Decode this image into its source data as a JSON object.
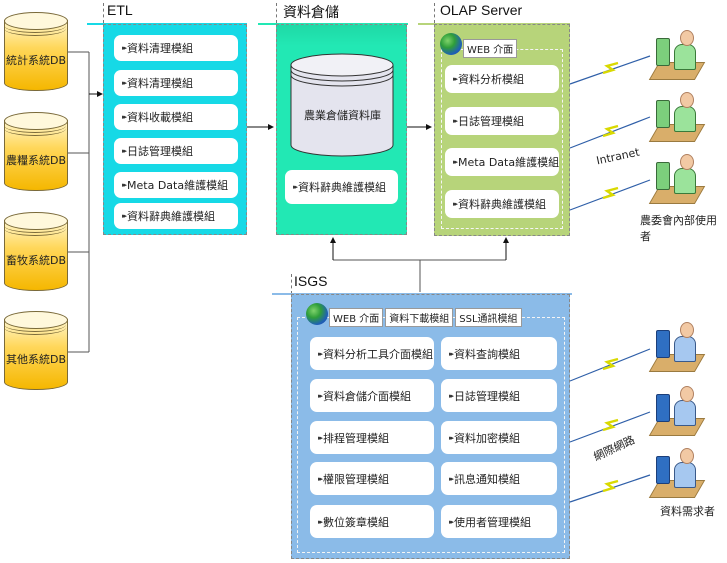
{
  "sources": [
    {
      "label": "統計系統DB"
    },
    {
      "label": "農糧系統DB"
    },
    {
      "label": "畜牧系統DB"
    },
    {
      "label": "其他系統DB"
    }
  ],
  "etl": {
    "title": "ETL",
    "color": "#16d9e6",
    "modules": [
      "資料清理模組",
      "資料清理模組",
      "資料收載模組",
      "日誌管理模組",
      "Meta Data維護模組",
      "資料辭典維護模組"
    ]
  },
  "warehouse": {
    "title": "資料倉儲",
    "color": "#22e8b4",
    "database_label": "農業倉儲資料庫",
    "modules": [
      "資料辭典維護模組"
    ]
  },
  "olap": {
    "title": "OLAP Server",
    "color": "#b7d47a",
    "web_tab": "WEB 介面",
    "modules": [
      "資料分析模組",
      "日誌管理模組",
      "Meta Data維護模組",
      "資料辭典維護模組"
    ]
  },
  "isgs": {
    "title": "ISGS",
    "color": "#8bbbe8",
    "tabs": [
      "WEB 介面",
      "資料下載模組",
      "SSL通訊模組"
    ],
    "modules_left": [
      "資料分析工具介面模組",
      "資料倉儲介面模組",
      "排程管理模組",
      "權限管理模組",
      "數位簽章模組"
    ],
    "modules_right": [
      "資料查詢模組",
      "日誌管理模組",
      "資料加密模組",
      "訊息通知模組",
      "使用者管理模組"
    ]
  },
  "intranet": {
    "network_label": "Intranet",
    "users_label": "農委會內部使用者",
    "user_count": 3
  },
  "internet": {
    "network_label": "網際網路",
    "users_label": "資料需求者",
    "user_count": 3
  },
  "icons": {
    "module_bullet": "double-triangle",
    "globe": "globe-icon",
    "database": "cylinder"
  }
}
